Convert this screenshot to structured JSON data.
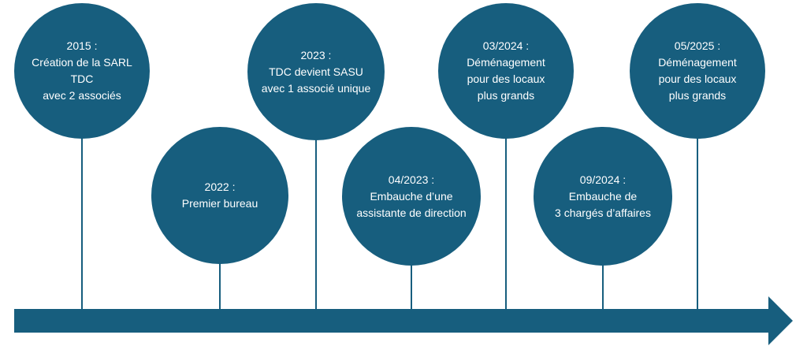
{
  "colors": {
    "circle": "#175e7e",
    "arrow": "#175e7e",
    "stem": "#175e7e",
    "text": "#ffffff"
  },
  "milestones": [
    {
      "text": "2015 :\nCréation de la SARL TDC\navec 2 associés"
    },
    {
      "text": "2022 :\nPremier bureau"
    },
    {
      "text": "2023 :\nTDC devient SASU\navec 1 associé unique"
    },
    {
      "text": "04/2023 :\nEmbauche d’une\nassistante de direction"
    },
    {
      "text": "03/2024 :\nDéménagement\npour des locaux\nplus grands"
    },
    {
      "text": "09/2024 :\nEmbauche de\n3 chargés d’affaires"
    },
    {
      "text": "05/2025 :\nDéménagement\npour des locaux\nplus grands"
    }
  ]
}
